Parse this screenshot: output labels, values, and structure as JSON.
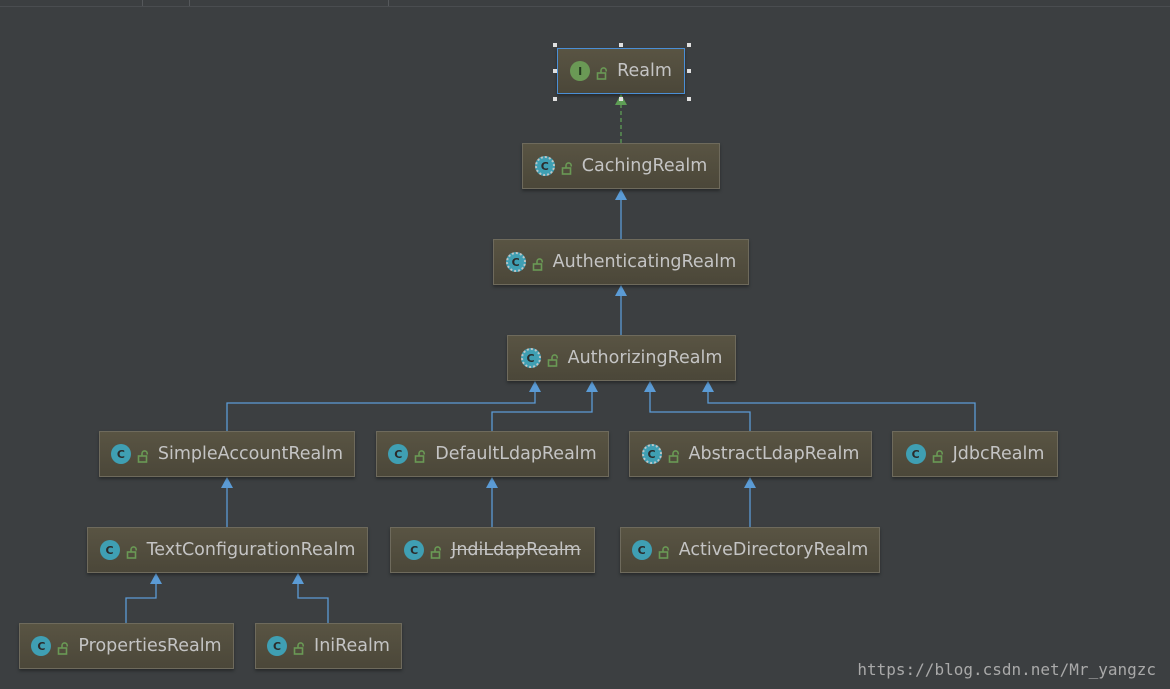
{
  "nodes": [
    {
      "id": "realm",
      "kind": "interface",
      "badge": "I",
      "label": "Realm"
    },
    {
      "id": "caching",
      "kind": "abstract",
      "badge": "C",
      "label": "CachingRealm"
    },
    {
      "id": "authenticating",
      "kind": "abstract",
      "badge": "C",
      "label": "AuthenticatingRealm"
    },
    {
      "id": "authorizing",
      "kind": "abstract",
      "badge": "C",
      "label": "AuthorizingRealm"
    },
    {
      "id": "simpleaccount",
      "kind": "class",
      "badge": "C",
      "label": "SimpleAccountRealm"
    },
    {
      "id": "defaultldap",
      "kind": "class",
      "badge": "C",
      "label": "DefaultLdapRealm"
    },
    {
      "id": "abstractldap",
      "kind": "abstract",
      "badge": "C",
      "label": "AbstractLdapRealm"
    },
    {
      "id": "jdbc",
      "kind": "class",
      "badge": "C",
      "label": "JdbcRealm"
    },
    {
      "id": "textconfig",
      "kind": "class",
      "badge": "C",
      "label": "TextConfigurationRealm"
    },
    {
      "id": "jndildap",
      "kind": "class",
      "badge": "C",
      "label": "JndiLdapRealm",
      "deprecated": true
    },
    {
      "id": "activedirectory",
      "kind": "class",
      "badge": "C",
      "label": "ActiveDirectoryRealm"
    },
    {
      "id": "properties",
      "kind": "class",
      "badge": "C",
      "label": "PropertiesRealm"
    },
    {
      "id": "ini",
      "kind": "class",
      "badge": "C",
      "label": "IniRealm"
    }
  ],
  "edges": [
    {
      "from": "caching",
      "to": "realm",
      "type": "implements"
    },
    {
      "from": "authenticating",
      "to": "caching",
      "type": "extends"
    },
    {
      "from": "authorizing",
      "to": "authenticating",
      "type": "extends"
    },
    {
      "from": "simpleaccount",
      "to": "authorizing",
      "type": "extends"
    },
    {
      "from": "defaultldap",
      "to": "authorizing",
      "type": "extends"
    },
    {
      "from": "abstractldap",
      "to": "authorizing",
      "type": "extends"
    },
    {
      "from": "jdbc",
      "to": "authorizing",
      "type": "extends"
    },
    {
      "from": "textconfig",
      "to": "simpleaccount",
      "type": "extends"
    },
    {
      "from": "jndildap",
      "to": "defaultldap",
      "type": "extends"
    },
    {
      "from": "activedirectory",
      "to": "abstractldap",
      "type": "extends"
    },
    {
      "from": "properties",
      "to": "textconfig",
      "type": "extends"
    },
    {
      "from": "ini",
      "to": "textconfig",
      "type": "extends"
    }
  ],
  "selected_node": "realm",
  "colors": {
    "background": "#3c3f41",
    "extends_line": "#5b9bd5",
    "implements_line": "#5e9e55",
    "class_badge": "#3f9fb3",
    "interface_badge": "#6a9955",
    "lock_icon": "#6a9955"
  },
  "icons": {
    "class": "class-c-icon",
    "interface": "interface-i-icon",
    "visibility": "public-lock-icon"
  },
  "watermark": "https://blog.csdn.net/Mr_yangzc"
}
